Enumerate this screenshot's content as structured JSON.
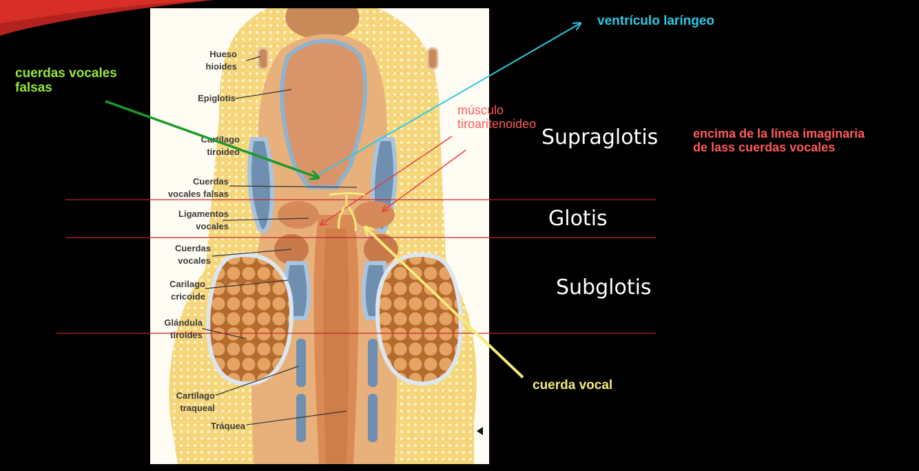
{
  "colors": {
    "background": "#000000",
    "green_label": "#9ae63a",
    "green_arrow": "#1c9a2a",
    "cyan": "#2ec9e6",
    "red_label": "#ff5b5b",
    "red_line": "#c0262b",
    "yellow": "#f5ea7a",
    "white": "#ffffff"
  },
  "illustration": {
    "labels": [
      {
        "key": "hueso_hioides",
        "text": "Hueso\nhioides"
      },
      {
        "key": "epiglotis",
        "text": "Epiglotis"
      },
      {
        "key": "cartilago_tiroideo",
        "text": "Cartílago\ntiroideo"
      },
      {
        "key": "cuerdas_vocales_falsas",
        "text": "Cuerdas\nvocales falsas"
      },
      {
        "key": "ligamentos_vocales",
        "text": "Ligamentos\nvocales"
      },
      {
        "key": "cuerdas_vocales",
        "text": "Cuerdas\nvocales"
      },
      {
        "key": "cartilago_cricoide",
        "text": "Carilago\ncricoide"
      },
      {
        "key": "glandula_tiroides",
        "text": "Glándula\ntiroides"
      },
      {
        "key": "cartilago_traqueal",
        "text": "Cartílago\ntraqueal"
      },
      {
        "key": "traquea",
        "text": "Tráquea"
      }
    ],
    "play_icon": "triangle-left-icon"
  },
  "annotations": {
    "cuerdas_vocales_falsas": "cuerdas vocales\nfalsas",
    "ventriculo_laringeo": "ventrículo laríngeo",
    "musculo_tiroaritenoideo": "músculo\ntiroaritenoideo",
    "encima": "encima de la línea imaginaria\nde lass cuerdas vocales",
    "cuerda_vocal": "cuerda vocal"
  },
  "regions": {
    "supraglotis": "Supraglotis",
    "glotis": "Glotis",
    "subglotis": "Subglotis"
  }
}
